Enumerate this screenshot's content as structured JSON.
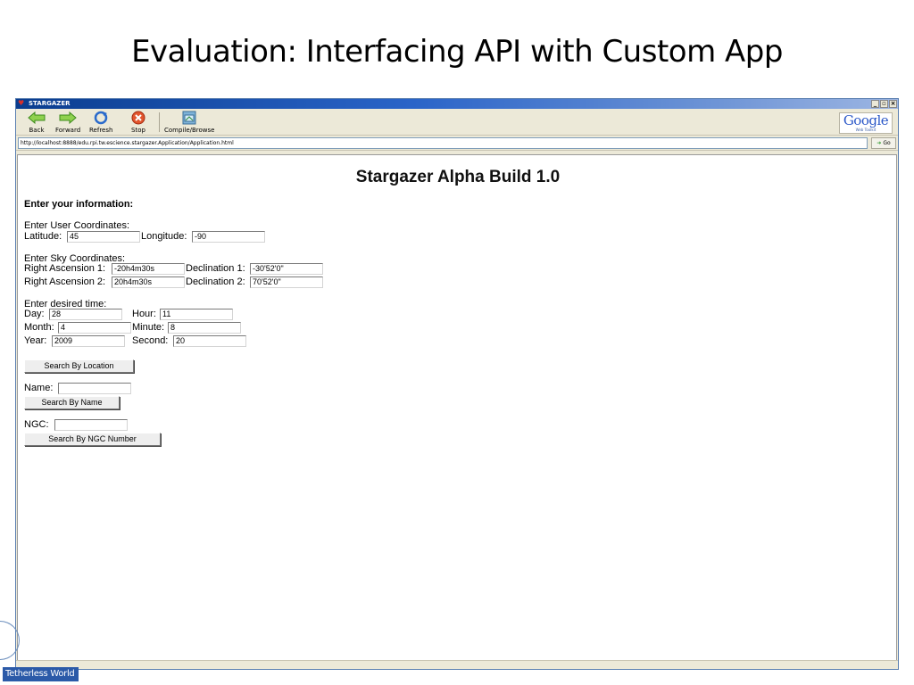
{
  "slide": {
    "title": "Evaluation: Interfacing API with Custom App",
    "footer_logo": "Tetherless World"
  },
  "window": {
    "title": "STARGAZER",
    "controls": {
      "minimize": "_",
      "maximize": "▫",
      "close": "×"
    },
    "toolbar": {
      "back": "Back",
      "forward": "Forward",
      "refresh": "Refresh",
      "stop": "Stop",
      "compile": "Compile/Browse",
      "google": "Google",
      "google_tag": "Web Toolkit"
    },
    "address": {
      "url": "http://localhost:8888/edu.rpi.tw.escience.stargazer.Application/Application.html",
      "go_label": "Go"
    }
  },
  "app": {
    "heading": "Stargazer Alpha Build 1.0",
    "intro": "Enter your information:",
    "user_coords": {
      "label": "Enter User Coordinates:",
      "latitude_label": "Latitude:",
      "latitude_value": "45",
      "longitude_label": "Longitude:",
      "longitude_value": "-90"
    },
    "sky_coords": {
      "label": "Enter Sky Coordinates:",
      "ra1_label": "Right Ascension 1:",
      "ra1_value": "-20h4m30s",
      "dec1_label": "Declination 1:",
      "dec1_value": "-30'52'0\"",
      "ra2_label": "Right Ascension 2:",
      "ra2_value": "20h4m30s",
      "dec2_label": "Declination 2:",
      "dec2_value": "70'52'0\""
    },
    "time": {
      "label": "Enter desired time:",
      "day_label": "Day:",
      "day_value": "28",
      "hour_label": "Hour:",
      "hour_value": "11",
      "month_label": "Month:",
      "month_value": "4",
      "minute_label": "Minute:",
      "minute_value": "8",
      "year_label": "Year:",
      "year_value": "2009",
      "second_label": "Second:",
      "second_value": "20"
    },
    "search_location_button": "Search By Location",
    "name_label": "Name:",
    "name_value": "",
    "search_name_button": "Search By Name",
    "ngc_label": "NGC:",
    "ngc_value": "",
    "search_ngc_button": "Search By NGC Number"
  }
}
